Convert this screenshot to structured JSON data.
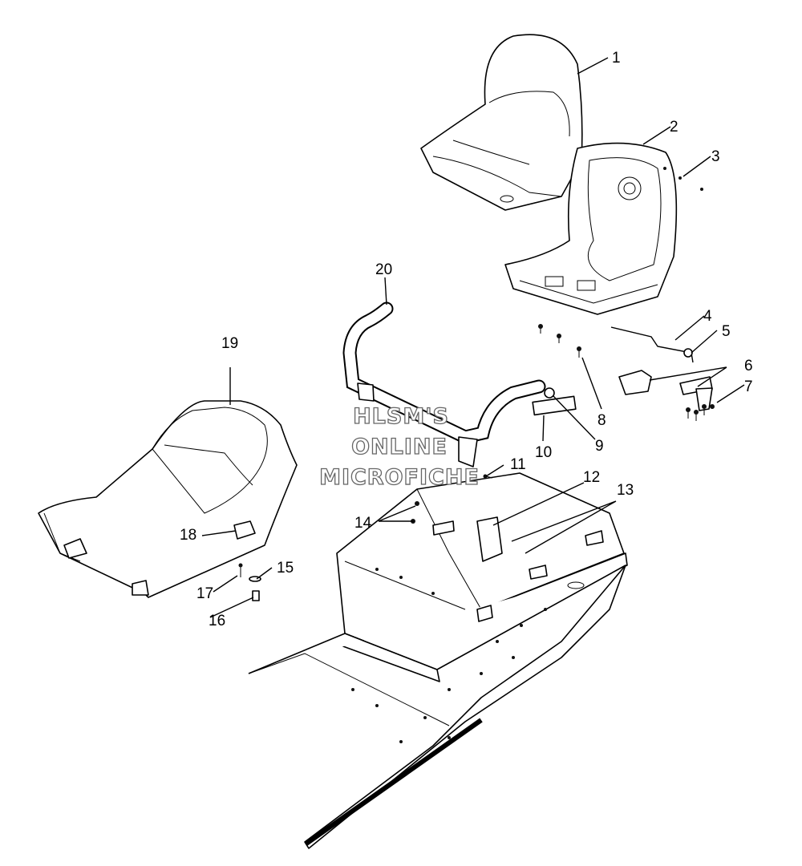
{
  "watermark": {
    "line1": "HLSM'S",
    "line2": "ONLINE",
    "line3": "MICROFICHE"
  },
  "callouts": [
    {
      "id": 1,
      "label": "1"
    },
    {
      "id": 2,
      "label": "2"
    },
    {
      "id": 3,
      "label": "3"
    },
    {
      "id": 4,
      "label": "4"
    },
    {
      "id": 5,
      "label": "5"
    },
    {
      "id": 6,
      "label": "6"
    },
    {
      "id": 7,
      "label": "7"
    },
    {
      "id": 8,
      "label": "8"
    },
    {
      "id": 9,
      "label": "9"
    },
    {
      "id": 10,
      "label": "10"
    },
    {
      "id": 11,
      "label": "11"
    },
    {
      "id": 12,
      "label": "12"
    },
    {
      "id": 13,
      "label": "13"
    },
    {
      "id": 14,
      "label": "14"
    },
    {
      "id": 15,
      "label": "15"
    },
    {
      "id": 16,
      "label": "16"
    },
    {
      "id": 17,
      "label": "17"
    },
    {
      "id": 18,
      "label": "18"
    },
    {
      "id": 19,
      "label": "19"
    },
    {
      "id": 20,
      "label": "20"
    }
  ]
}
